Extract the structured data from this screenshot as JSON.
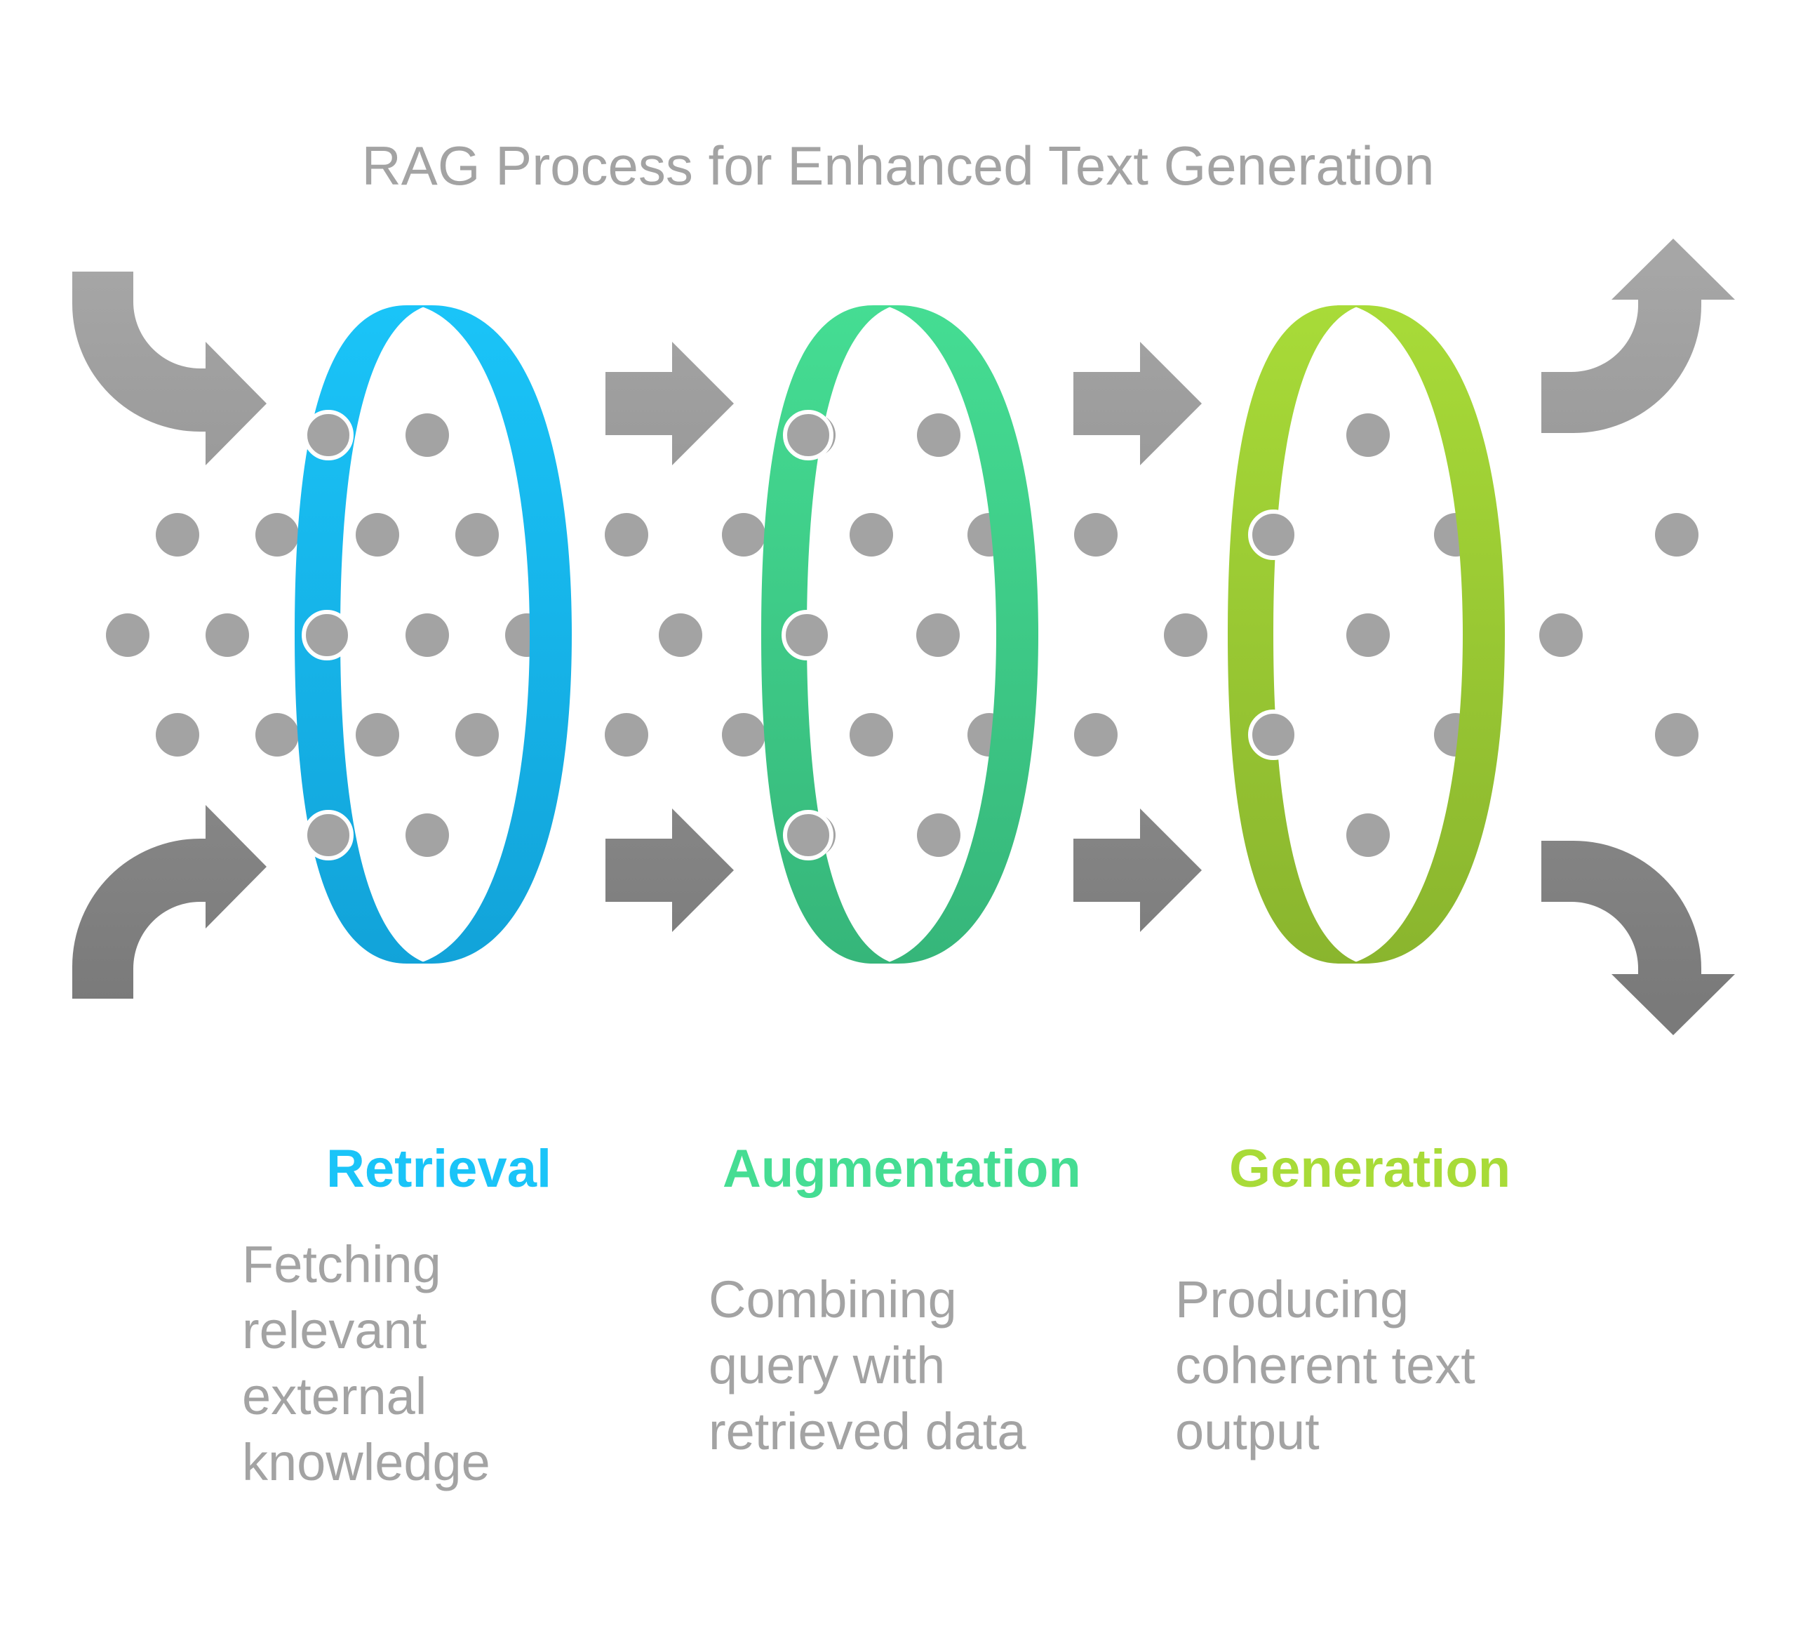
{
  "diagram": {
    "title": "RAG Process for Enhanced Text Generation",
    "stages": [
      {
        "name": "Retrieval",
        "color": "#1ac4f8",
        "color_dark": "#12a3d9",
        "description_lines": [
          "Fetching",
          "relevant",
          "external",
          "knowledge"
        ]
      },
      {
        "name": "Augmentation",
        "color": "#45dd93",
        "color_dark": "#36b67a",
        "description_lines": [
          "Combining",
          "query with",
          "retrieved data"
        ]
      },
      {
        "name": "Generation",
        "color": "#a8db38",
        "color_dark": "#8ab52e",
        "description_lines": [
          "Producing",
          "coherent text",
          "output"
        ]
      }
    ],
    "colors": {
      "text_gray": "#a3a3a3",
      "arrow_light": "#a6a6a6",
      "arrow_dark": "#7a7a7a",
      "dot": "#a3a3a3"
    }
  }
}
